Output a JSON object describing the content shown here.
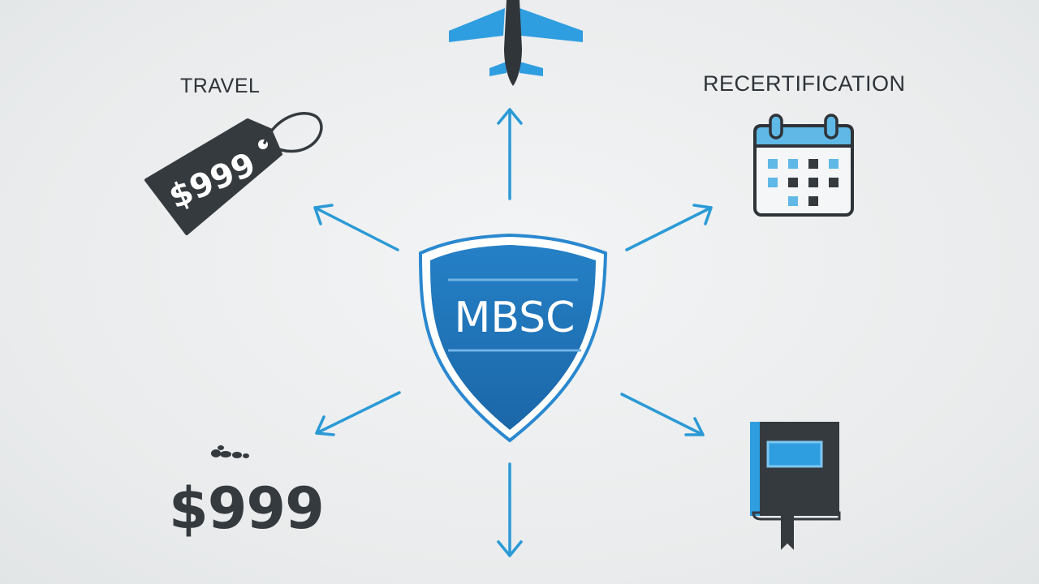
{
  "shield": {
    "text": "MBSC",
    "fill": "#1f73b7",
    "outline": "#2a88cf"
  },
  "labels": {
    "travel": "TRAVEL",
    "recertification": "RECERTIFICATION",
    "price": "$999"
  },
  "tag": {
    "price": "$999"
  },
  "colors": {
    "arrow": "#2a9ad6",
    "dark": "#353a3f",
    "accent_blue": "#2f9ee0",
    "calendar_light": "#5fb8e6"
  },
  "icons": [
    "airplane-icon",
    "price-tag-icon",
    "calendar-icon",
    "book-icon",
    "coins-icon"
  ]
}
